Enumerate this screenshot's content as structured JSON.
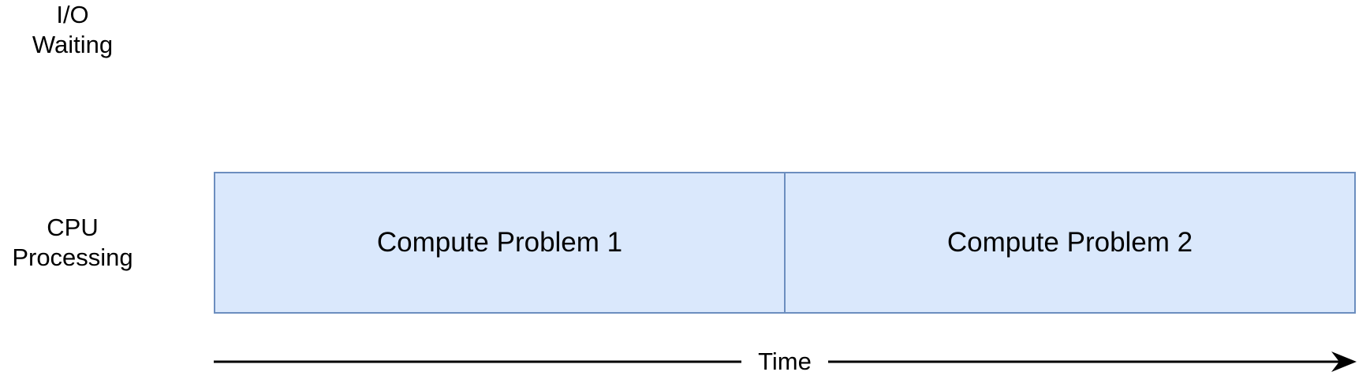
{
  "lanes": {
    "io": {
      "line1": "I/O",
      "line2": "Waiting"
    },
    "cpu": {
      "line1": "CPU",
      "line2": "Processing"
    }
  },
  "blocks": [
    {
      "label": "Compute Problem 1"
    },
    {
      "label": "Compute Problem 2"
    }
  ],
  "axis": {
    "label": "Time"
  },
  "colors": {
    "block_fill": "#dae8fc",
    "block_border": "#6c8ebf",
    "axis": "#000000"
  }
}
